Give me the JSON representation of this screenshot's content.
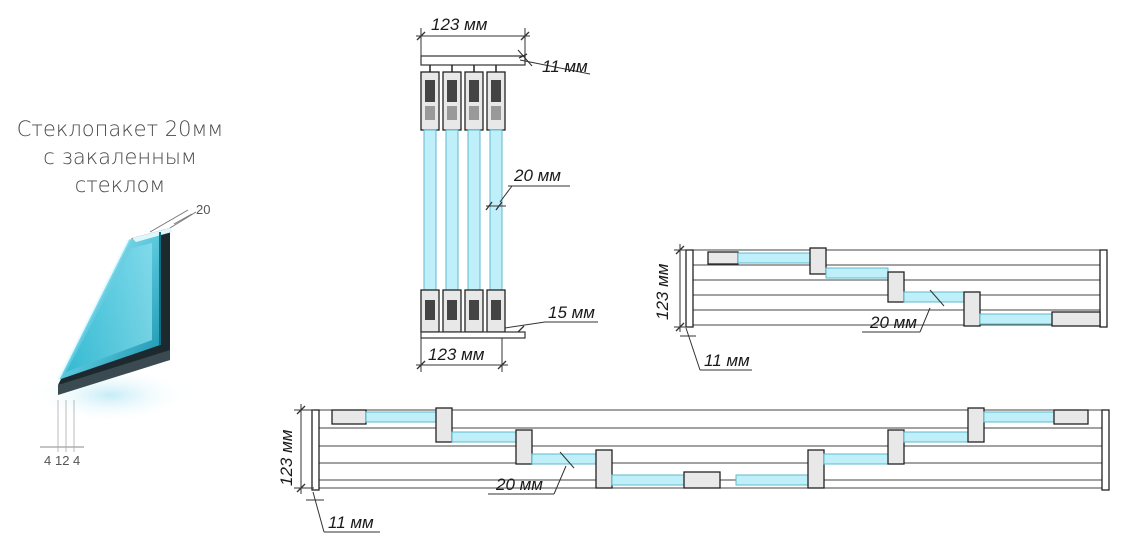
{
  "glass_unit": {
    "title_lines": [
      "Стеклопакет 20мм",
      "с закаленным",
      "стеклом"
    ],
    "thickness_label": "20",
    "layer_labels": [
      "4",
      "12",
      "4"
    ]
  },
  "vertical_stack": {
    "top_width_label": "123 мм",
    "profile_label": "11 мм",
    "glass_label": "20 мм",
    "bottom_profile_label": "15 мм",
    "bottom_width_label": "123 мм"
  },
  "mid_plan": {
    "height_label": "123 мм",
    "glass_label": "20 мм",
    "profile_label": "11 мм"
  },
  "long_plan": {
    "height_label": "123 мм",
    "glass_label": "20 мм",
    "profile_label": "11 мм"
  },
  "colors": {
    "glass": "#9fe4f2",
    "glass_dark": "#1b9fb8",
    "frame": "#2a2a2a",
    "line": "#222222"
  }
}
